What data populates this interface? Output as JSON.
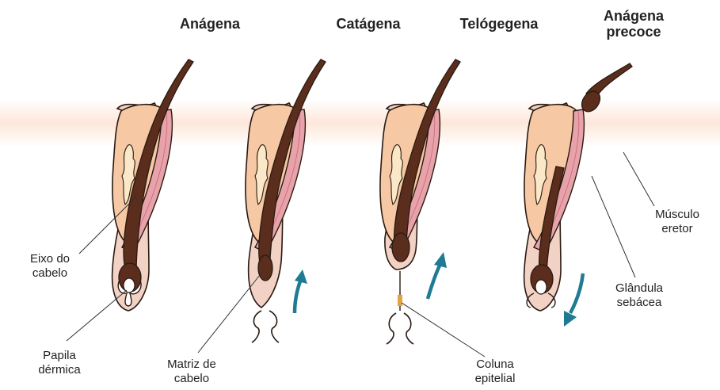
{
  "stages": [
    {
      "id": "anagen",
      "title": "Anágena"
    },
    {
      "id": "catagen",
      "title": "Catágena"
    },
    {
      "id": "telogen",
      "title": "Telógegena"
    },
    {
      "id": "early-anagen",
      "title_line1": "Anágena",
      "title_line2": "precoce"
    }
  ],
  "labels": {
    "hair_shaft_line1": "Eixo do",
    "hair_shaft_line2": "cabelo",
    "dermal_papilla_line1": "Papila",
    "dermal_papilla_line2": "dérmica",
    "hair_matrix_line1": "Matriz de",
    "hair_matrix_line2": "cabelo",
    "epithelial_column_line1": "Coluna",
    "epithelial_column_line2": "epitelial",
    "arrector_muscle_line1": "Músculo",
    "arrector_muscle_line2": "eretor",
    "sebaceous_gland_line1": "Glândula",
    "sebaceous_gland_line2": "sebácea"
  },
  "colors": {
    "skin_band": "#fde7da",
    "follicle": "#f2d2c5",
    "hair": "#5a2d1c",
    "gland": "#f6c9a4",
    "gland_inner": "#fbe8c8",
    "muscle": "#e7a2aa",
    "arrow": "#1f7b93",
    "leader": "#333333"
  }
}
